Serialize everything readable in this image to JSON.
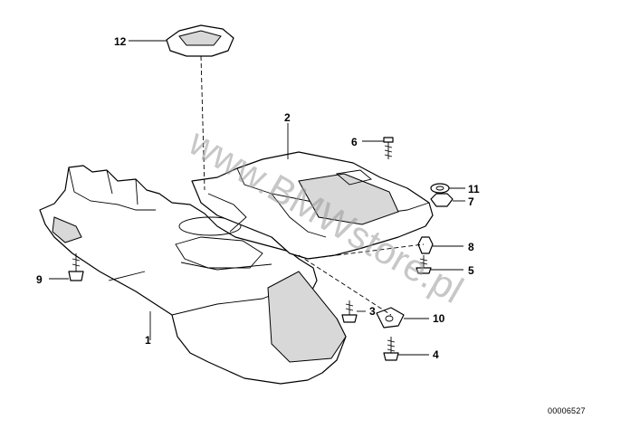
{
  "diagram": {
    "callouts": [
      "1",
      "2",
      "3",
      "4",
      "5",
      "6",
      "7",
      "8",
      "9",
      "10",
      "11",
      "12"
    ],
    "drawing_code": "00006527",
    "watermark": "www.BMWstore.pl"
  }
}
